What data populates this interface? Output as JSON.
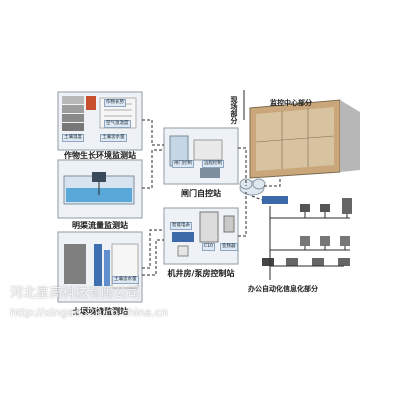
{
  "stations": {
    "crop": "作物生长环境监测站",
    "channel": "明渠流量监测站",
    "soil": "土壤墒情监测站",
    "gate": "闸门自控站",
    "pump": "机井房/泵房控制站"
  },
  "sections": {
    "field": "现场部分",
    "monitoring_center": "监控中心部分",
    "office": "办公自动化信息化部分"
  },
  "small_labels": {
    "soil_temp": "土壤温度",
    "soil_water_1": "土壤含水量",
    "soil_water_2": "土壤含水量",
    "crop_a": "作物长势",
    "crop_b": "空气温湿度",
    "gate_a": "闸门控制",
    "gate_b": "远程控制",
    "pump_a": "C10",
    "pump_b": "智能电表",
    "pump_c": "变频器"
  },
  "watermark": {
    "line1": "河北星高科技有限公司",
    "line2": "http://xingao529.cn.china.cn"
  },
  "colors": {
    "link": "#2b2b2b",
    "panel_border": "#9aa6b2",
    "water": "#5aa8d8",
    "video_wall": "#c9a77a"
  }
}
